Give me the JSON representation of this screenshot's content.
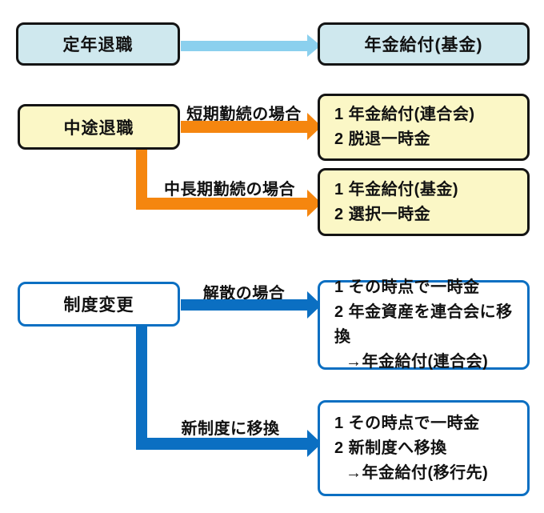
{
  "colors": {
    "light_blue_fill": "#cfe8ee",
    "yellow_fill": "#fbf7c6",
    "white_fill": "#ffffff",
    "dark_border": "#141414",
    "blue": "#0b6fc2",
    "orange": "#f5860f",
    "light_blue_arrow": "#8bd0ee"
  },
  "retirement_flow": {
    "source_label": "定年退職",
    "target_label": "年金給付(基金)"
  },
  "midcareer_flow": {
    "source_label": "中途退職",
    "branches": [
      {
        "condition": "短期勤続の場合",
        "results": [
          "1 年金給付(連合会)",
          "2 脱退一時金"
        ]
      },
      {
        "condition": "中長期勤続の場合",
        "results": [
          "1 年金給付(基金)",
          "2 選択一時金"
        ]
      }
    ]
  },
  "system_change_flow": {
    "source_label": "制度変更",
    "branches": [
      {
        "condition": "解散の場合",
        "results": [
          "1 その時点で一時金",
          "2 年金資産を連合会に移換",
          "→年金給付(連合会)"
        ]
      },
      {
        "condition": "新制度に移換",
        "results": [
          "1 その時点で一時金",
          "2 新制度へ移換",
          "→年金給付(移行先)"
        ]
      }
    ]
  }
}
